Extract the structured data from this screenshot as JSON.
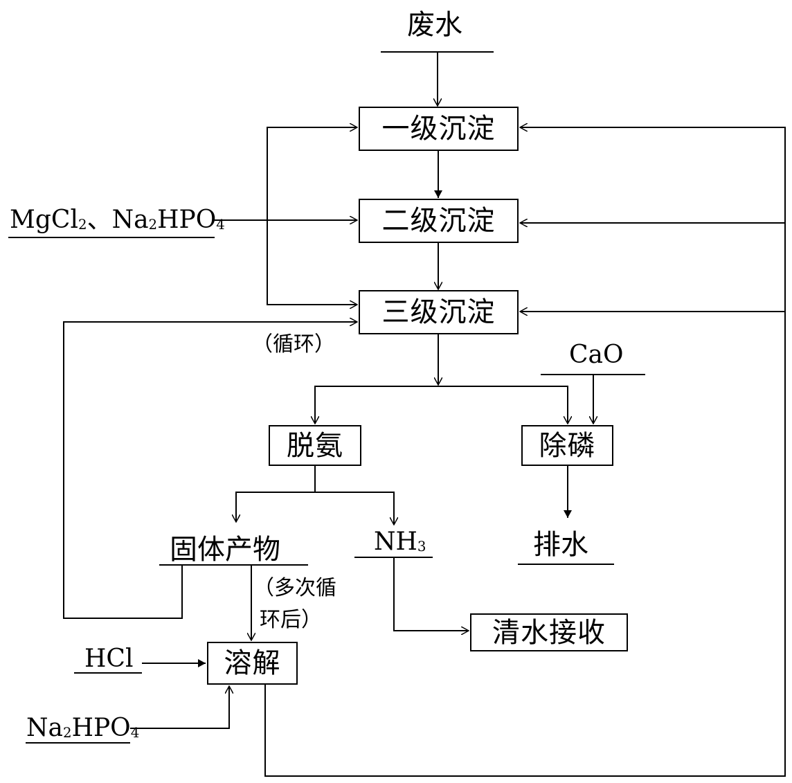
{
  "input": {
    "wastewater": "废水"
  },
  "stages": {
    "stage1": "一级沉淀",
    "stage2": "二级沉淀",
    "stage3": "三级沉淀"
  },
  "reagents": {
    "mgcl_na2hpo4": {
      "p1": "MgCl",
      "s1": "2",
      "p2": "、Na",
      "s2": "2",
      "p3": "HPO",
      "s3": "4"
    },
    "cao": "CaO",
    "hcl": "HCl",
    "na2hpo4": {
      "p1": "Na",
      "s1": "2",
      "p2": "HPO",
      "s2": "4"
    }
  },
  "annotations": {
    "recycle": "（循环）",
    "after_cycles_line1": "（多次循",
    "after_cycles_line2": "环后）"
  },
  "processes": {
    "deammonia": "脱氨",
    "dephosphorus": "除磷",
    "dissolve": "溶解",
    "clear_water": "清水接收"
  },
  "outputs": {
    "solid_product": "固体产物",
    "nh3": {
      "p1": "NH",
      "s1": "3"
    },
    "discharge": "排水"
  },
  "colors": {
    "line": "#000000",
    "background": "#ffffff"
  }
}
